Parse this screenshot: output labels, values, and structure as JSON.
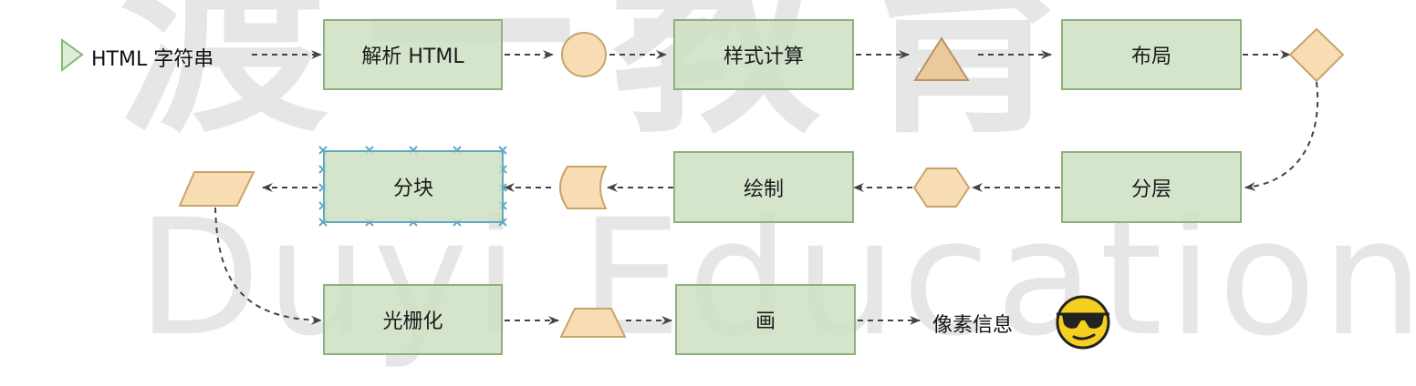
{
  "watermark": {
    "chinese": "渡一教育",
    "english": "Duyi Education"
  },
  "start_label": "HTML 字符串",
  "end_label": "像素信息",
  "steps": [
    {
      "label": "解析 HTML"
    },
    {
      "label": "样式计算"
    },
    {
      "label": "布局"
    },
    {
      "label": "分层"
    },
    {
      "label": "绘制"
    },
    {
      "label": "分块"
    },
    {
      "label": "光栅化"
    },
    {
      "label": "画"
    }
  ],
  "colors": {
    "box_fill": "#cde1c3",
    "box_border": "#90b07c",
    "shape_fill": "#f8dcb4",
    "shape_border": "#c9a46a",
    "arrow": "#444444",
    "selection": "#62a8c4",
    "emoji": "#f5d020"
  },
  "icons": {
    "start": "play-triangle-icon",
    "end": "sunglasses-smiley-icon",
    "connectors": [
      "circle",
      "triangle",
      "diamond",
      "hexagon",
      "cylinder",
      "parallelogram",
      "trapezoid"
    ]
  }
}
